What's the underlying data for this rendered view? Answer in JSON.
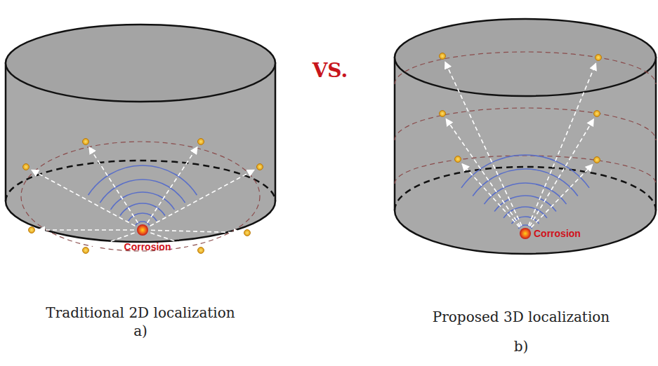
{
  "diagram": {
    "labels": [
      "Corrosion",
      "VS.",
      "Corrosion",
      "Traditional 2D localization",
      "a)",
      "Proposed 3D localization",
      "b)"
    ]
  }
}
